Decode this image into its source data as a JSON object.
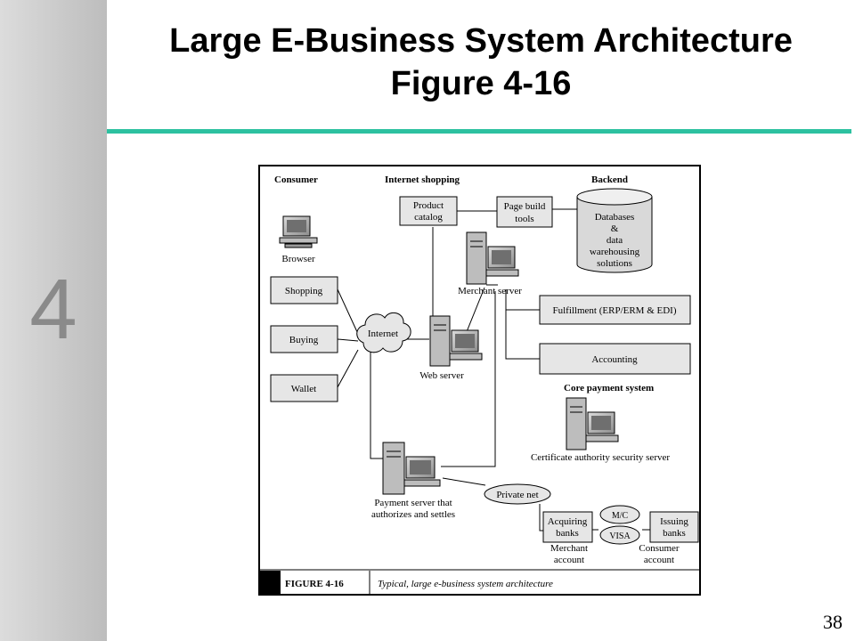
{
  "slide": {
    "title_line1": "Large E-Business System Architecture",
    "title_line2": "Figure 4-16",
    "chapter": "4",
    "page_number": "38"
  },
  "figure": {
    "headers": {
      "consumer": "Consumer",
      "internet_shopping": "Internet shopping",
      "backend": "Backend",
      "core_payment": "Core payment system"
    },
    "nodes": {
      "browser": "Browser",
      "shopping": "Shopping",
      "buying": "Buying",
      "wallet": "Wallet",
      "internet": "Internet",
      "product_catalog_1": "Product",
      "product_catalog_2": "catalog",
      "page_build_1": "Page build",
      "page_build_2": "tools",
      "db_1": "Databases",
      "db_2": "&",
      "db_3": "data",
      "db_4": "warehousing",
      "db_5": "solutions",
      "merchant_server": "Merchant server",
      "web_server": "Web server",
      "fulfillment": "Fulfillment (ERP/ERM & EDI)",
      "accounting": "Accounting",
      "cert_server": "Certificate authority security server",
      "payment_1": "Payment server that",
      "payment_2": "authorizes and settles",
      "private_net": "Private net",
      "acquiring_1": "Acquiring",
      "acquiring_2": "banks",
      "mc": "M/C",
      "visa": "VISA",
      "issuing_1": "Issuing",
      "issuing_2": "banks",
      "merchant_acct_1": "Merchant",
      "merchant_acct_2": "account",
      "consumer_acct_1": "Consumer",
      "consumer_acct_2": "account"
    },
    "caption": {
      "label": "FIGURE 4-16",
      "text": "Typical, large e-business system architecture"
    }
  }
}
